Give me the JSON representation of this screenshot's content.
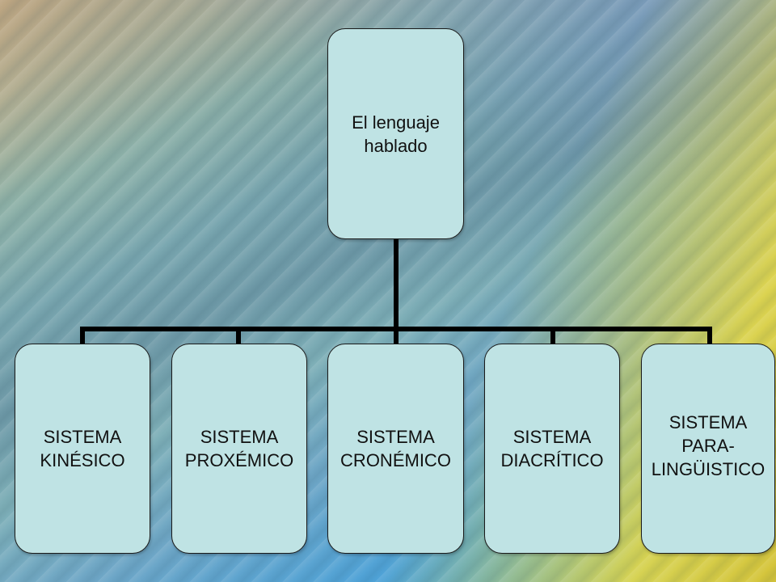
{
  "diagram": {
    "root": {
      "label": "El lenguaje\nhablado"
    },
    "children": [
      {
        "label": "SISTEMA\nKINÉSICO"
      },
      {
        "label": "SISTEMA\nPROXÉMICO"
      },
      {
        "label": "SISTEMA\nCRONÉMICO"
      },
      {
        "label": "SISTEMA\nDIACRÍTICO"
      },
      {
        "label": "SISTEMA\nPARA-\nLINGÜISTICO"
      }
    ],
    "colors": {
      "node_fill": "#bfe3e4",
      "connector": "#000000"
    }
  }
}
